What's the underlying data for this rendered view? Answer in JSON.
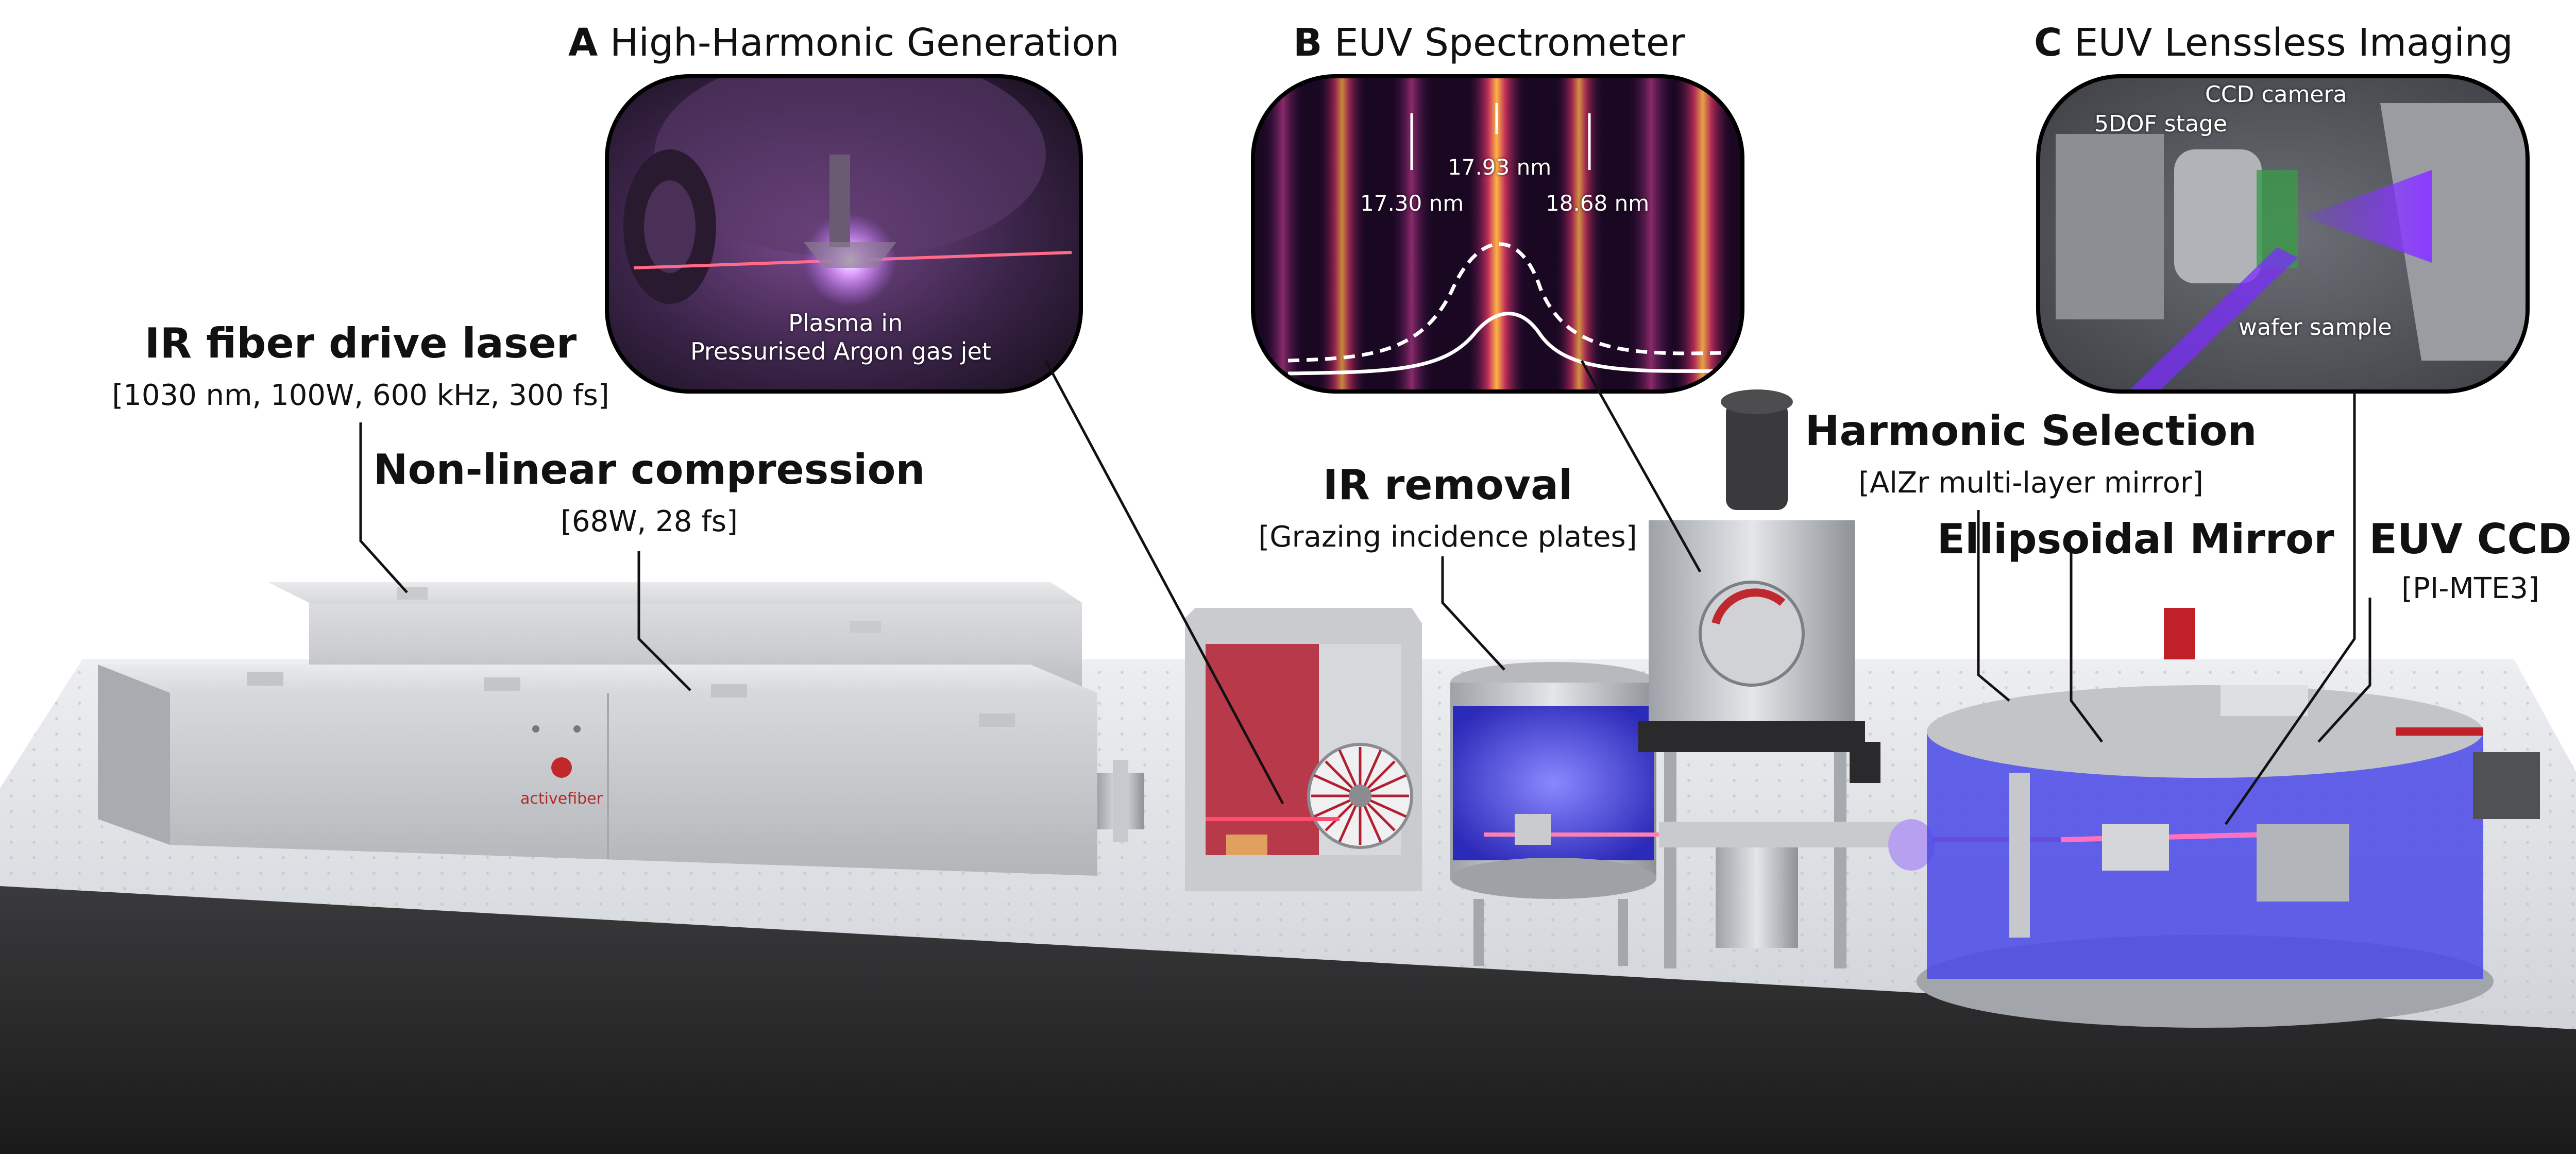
{
  "panels": {
    "a": {
      "letter": "A",
      "title": "High-Harmonic Generation",
      "line1": "Plasma in",
      "line2": "Pressurised Argon gas jet"
    },
    "b": {
      "letter": "B",
      "title": "EUV Spectrometer",
      "wl_left": "17.30 nm",
      "wl_center": "17.93 nm",
      "wl_right": "18.68 nm"
    },
    "c": {
      "letter": "C",
      "title": "EUV Lenssless Imaging",
      "ccd": "CCD camera",
      "stage": "5DOF stage",
      "wafer": "wafer sample"
    }
  },
  "components": {
    "ir_laser": {
      "title": "IR fiber drive laser",
      "sub": "[1030 nm, 100W, 600 kHz, 300 fs]"
    },
    "compression": {
      "title": "Non-linear compression",
      "sub": "[68W, 28 fs]"
    },
    "ir_removal": {
      "title": "IR removal",
      "sub": "[Grazing incidence plates]"
    },
    "harmonic": {
      "title": "Harmonic Selection",
      "sub": "[AlZr multi-layer mirror]"
    },
    "ellipsoidal": {
      "title": "Ellipsoidal Mirror"
    },
    "euv_ccd": {
      "title": "EUV CCD",
      "sub": "[PI-MTE3]"
    }
  },
  "logo": "activefiber",
  "colors": {
    "plasma": "#c070ff",
    "beam": "#ff6a88",
    "chamber_blue": "#4a48e8",
    "spectrum_glow": "#ff9a3c"
  }
}
